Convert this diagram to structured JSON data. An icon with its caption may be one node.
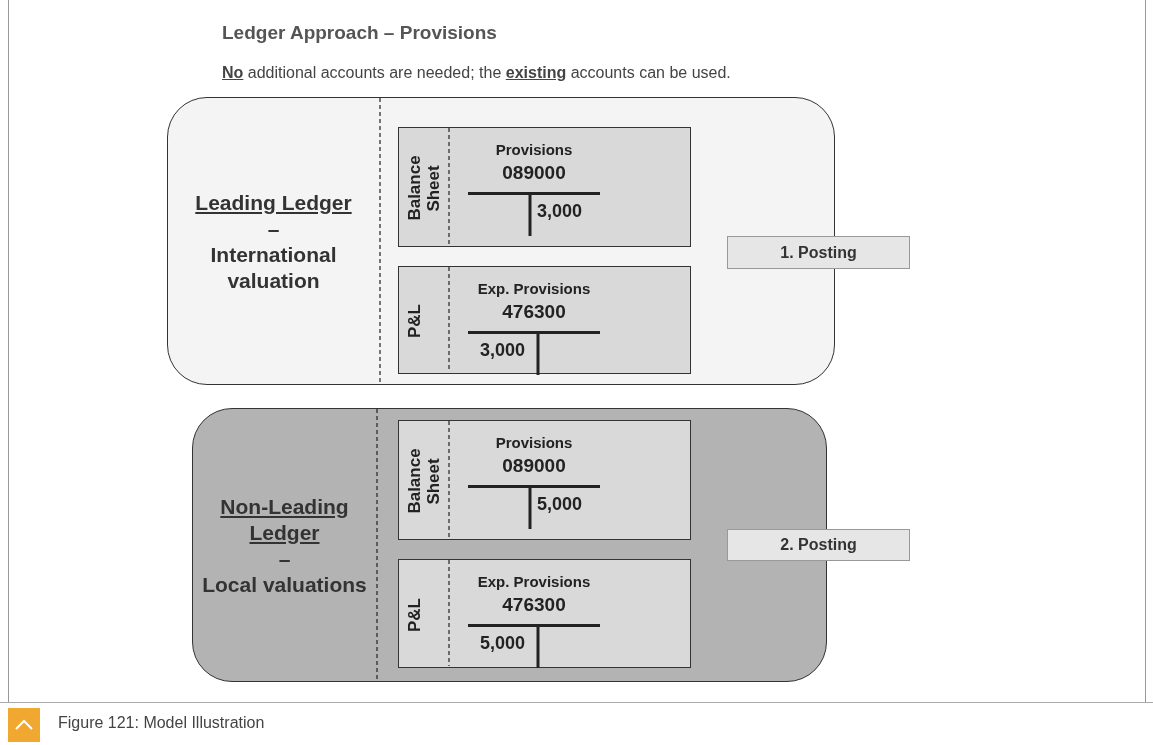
{
  "diagram": {
    "title": "Ledger Approach – Provisions",
    "caption": "Figure 121: Model Illustration",
    "nodes": [
      {
        "text": [
          "Leading Ledger",
          "–",
          "International valuation"
        ]
      },
      {
        "text": [
          "Balance Sheet",
          "Provisions",
          "089000",
          "3,000"
        ],
        "in": 0
      },
      {
        "text": [
          "P&L",
          "Exp. Provisions",
          "476300",
          "3,000"
        ],
        "in": 0
      },
      {
        "text": [
          "1. Posting"
        ]
      },
      {
        "text": [
          "Non-Leading Ledger",
          "–",
          "Local valuations"
        ]
      },
      {
        "text": [
          "Balance Sheet",
          "Provisions",
          "089000",
          "5,000"
        ],
        "in": 4
      },
      {
        "text": [
          "P&L",
          "Exp. Provisions",
          "476300",
          "5,000"
        ],
        "in": 4
      },
      {
        "text": [
          "2. Posting"
        ]
      }
    ],
    "edges": [],
    "labels": [
      "**No** additional accounts are needed; the **existing** accounts can be used."
    ]
  }
}
